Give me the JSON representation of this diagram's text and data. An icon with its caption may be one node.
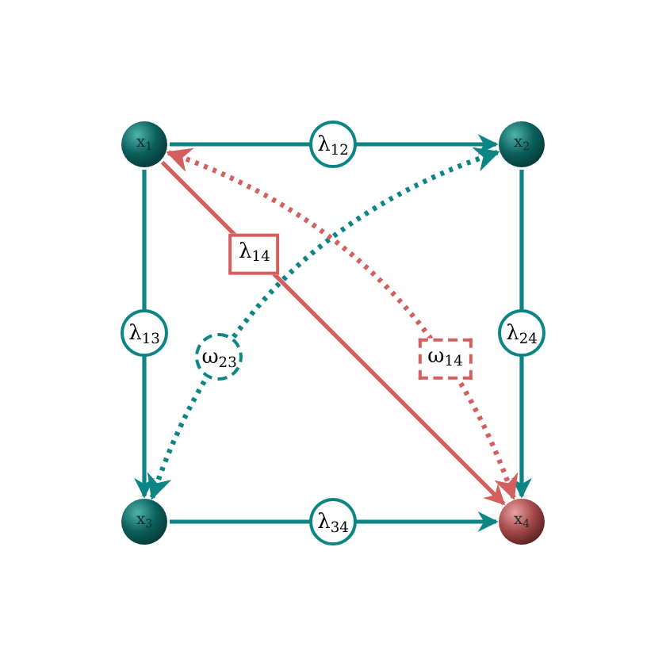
{
  "diagram": {
    "nodes": [
      {
        "text": [
          "x$_{1}$"
        ]
      },
      {
        "text": [
          "x$_{2}$"
        ]
      },
      {
        "text": [
          "x$_{3}$"
        ]
      },
      {
        "text": [
          "x$_{4}$"
        ]
      }
    ],
    "edges": [
      {
        "from": 0,
        "to": 1,
        "arrow": "to",
        "label": "λ$_{12}$"
      },
      {
        "from": 0,
        "to": 2,
        "arrow": "to",
        "label": "λ$_{13}$"
      },
      {
        "from": 1,
        "to": 3,
        "arrow": "to",
        "label": "λ$_{24}$"
      },
      {
        "from": 2,
        "to": 3,
        "arrow": "to",
        "label": "λ$_{34}$"
      },
      {
        "from": 0,
        "to": 3,
        "arrow": "to",
        "label": "λ$_{14}$",
        "color": "#d35f5f"
      },
      {
        "from": 2,
        "to": 1,
        "arrow": "both",
        "label": "ω$_{23}$",
        "style": "dashed"
      },
      {
        "from": 0,
        "to": 3,
        "arrow": "both",
        "label": "ω$_{14}$",
        "style": "dashed",
        "color": "#d35f5f"
      }
    ]
  }
}
